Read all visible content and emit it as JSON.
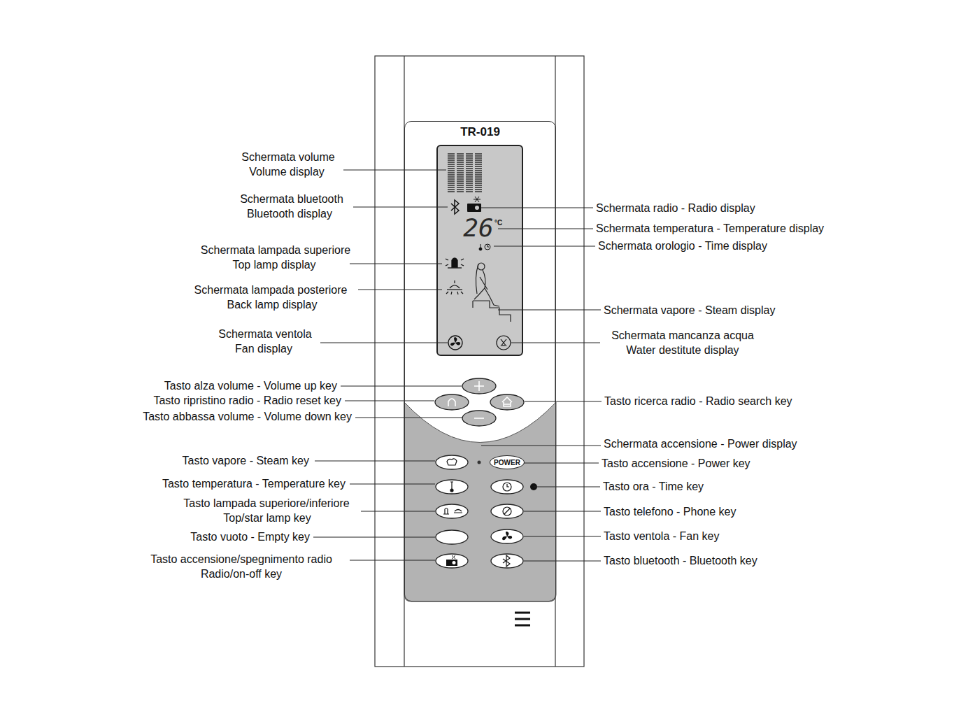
{
  "diagram": {
    "nodes": [
      {
        "text": [
          "TR-019"
        ]
      },
      {
        "text": [
          "POWER"
        ],
        "in": 0
      }
    ],
    "labels": [
      "Schermata volume",
      "Volume display",
      "Schermata bluetooth",
      "Bluetooth display",
      "Schermata radio - Radio display",
      "Schermata temperatura - Temperature display",
      "Schermata orologio - Time display",
      "Schermata lampada superiore",
      "Top lamp display",
      "Schermata lampada posteriore",
      "Back lamp display",
      "Schermata vapore - Steam display",
      "Schermata ventola",
      "Fan display",
      "Schermata mancanza acqua",
      "Water destitute display",
      "Tasto alza volume - Volume up key",
      "Tasto ripristino radio - Radio reset key",
      "Tasto ricerca radio - Radio search key",
      "Tasto abbassa volume - Volume down key",
      "Schermata accensione - Power display",
      "Tasto vapore - Steam key",
      "Tasto accensione - Power key",
      "Tasto temperatura - Temperature key",
      "Tasto ora - Time key",
      "Tasto lampada superiore/inferiore",
      "Top/star lamp key",
      "Tasto telefono - Phone key",
      "Tasto vuoto - Empty key",
      "Tasto ventola - Fan key",
      "Tasto accensione/spegnimento radio",
      "Radio/on-off key",
      "Tasto bluetooth - Bluetooth key",
      "26",
      "°C"
    ]
  }
}
